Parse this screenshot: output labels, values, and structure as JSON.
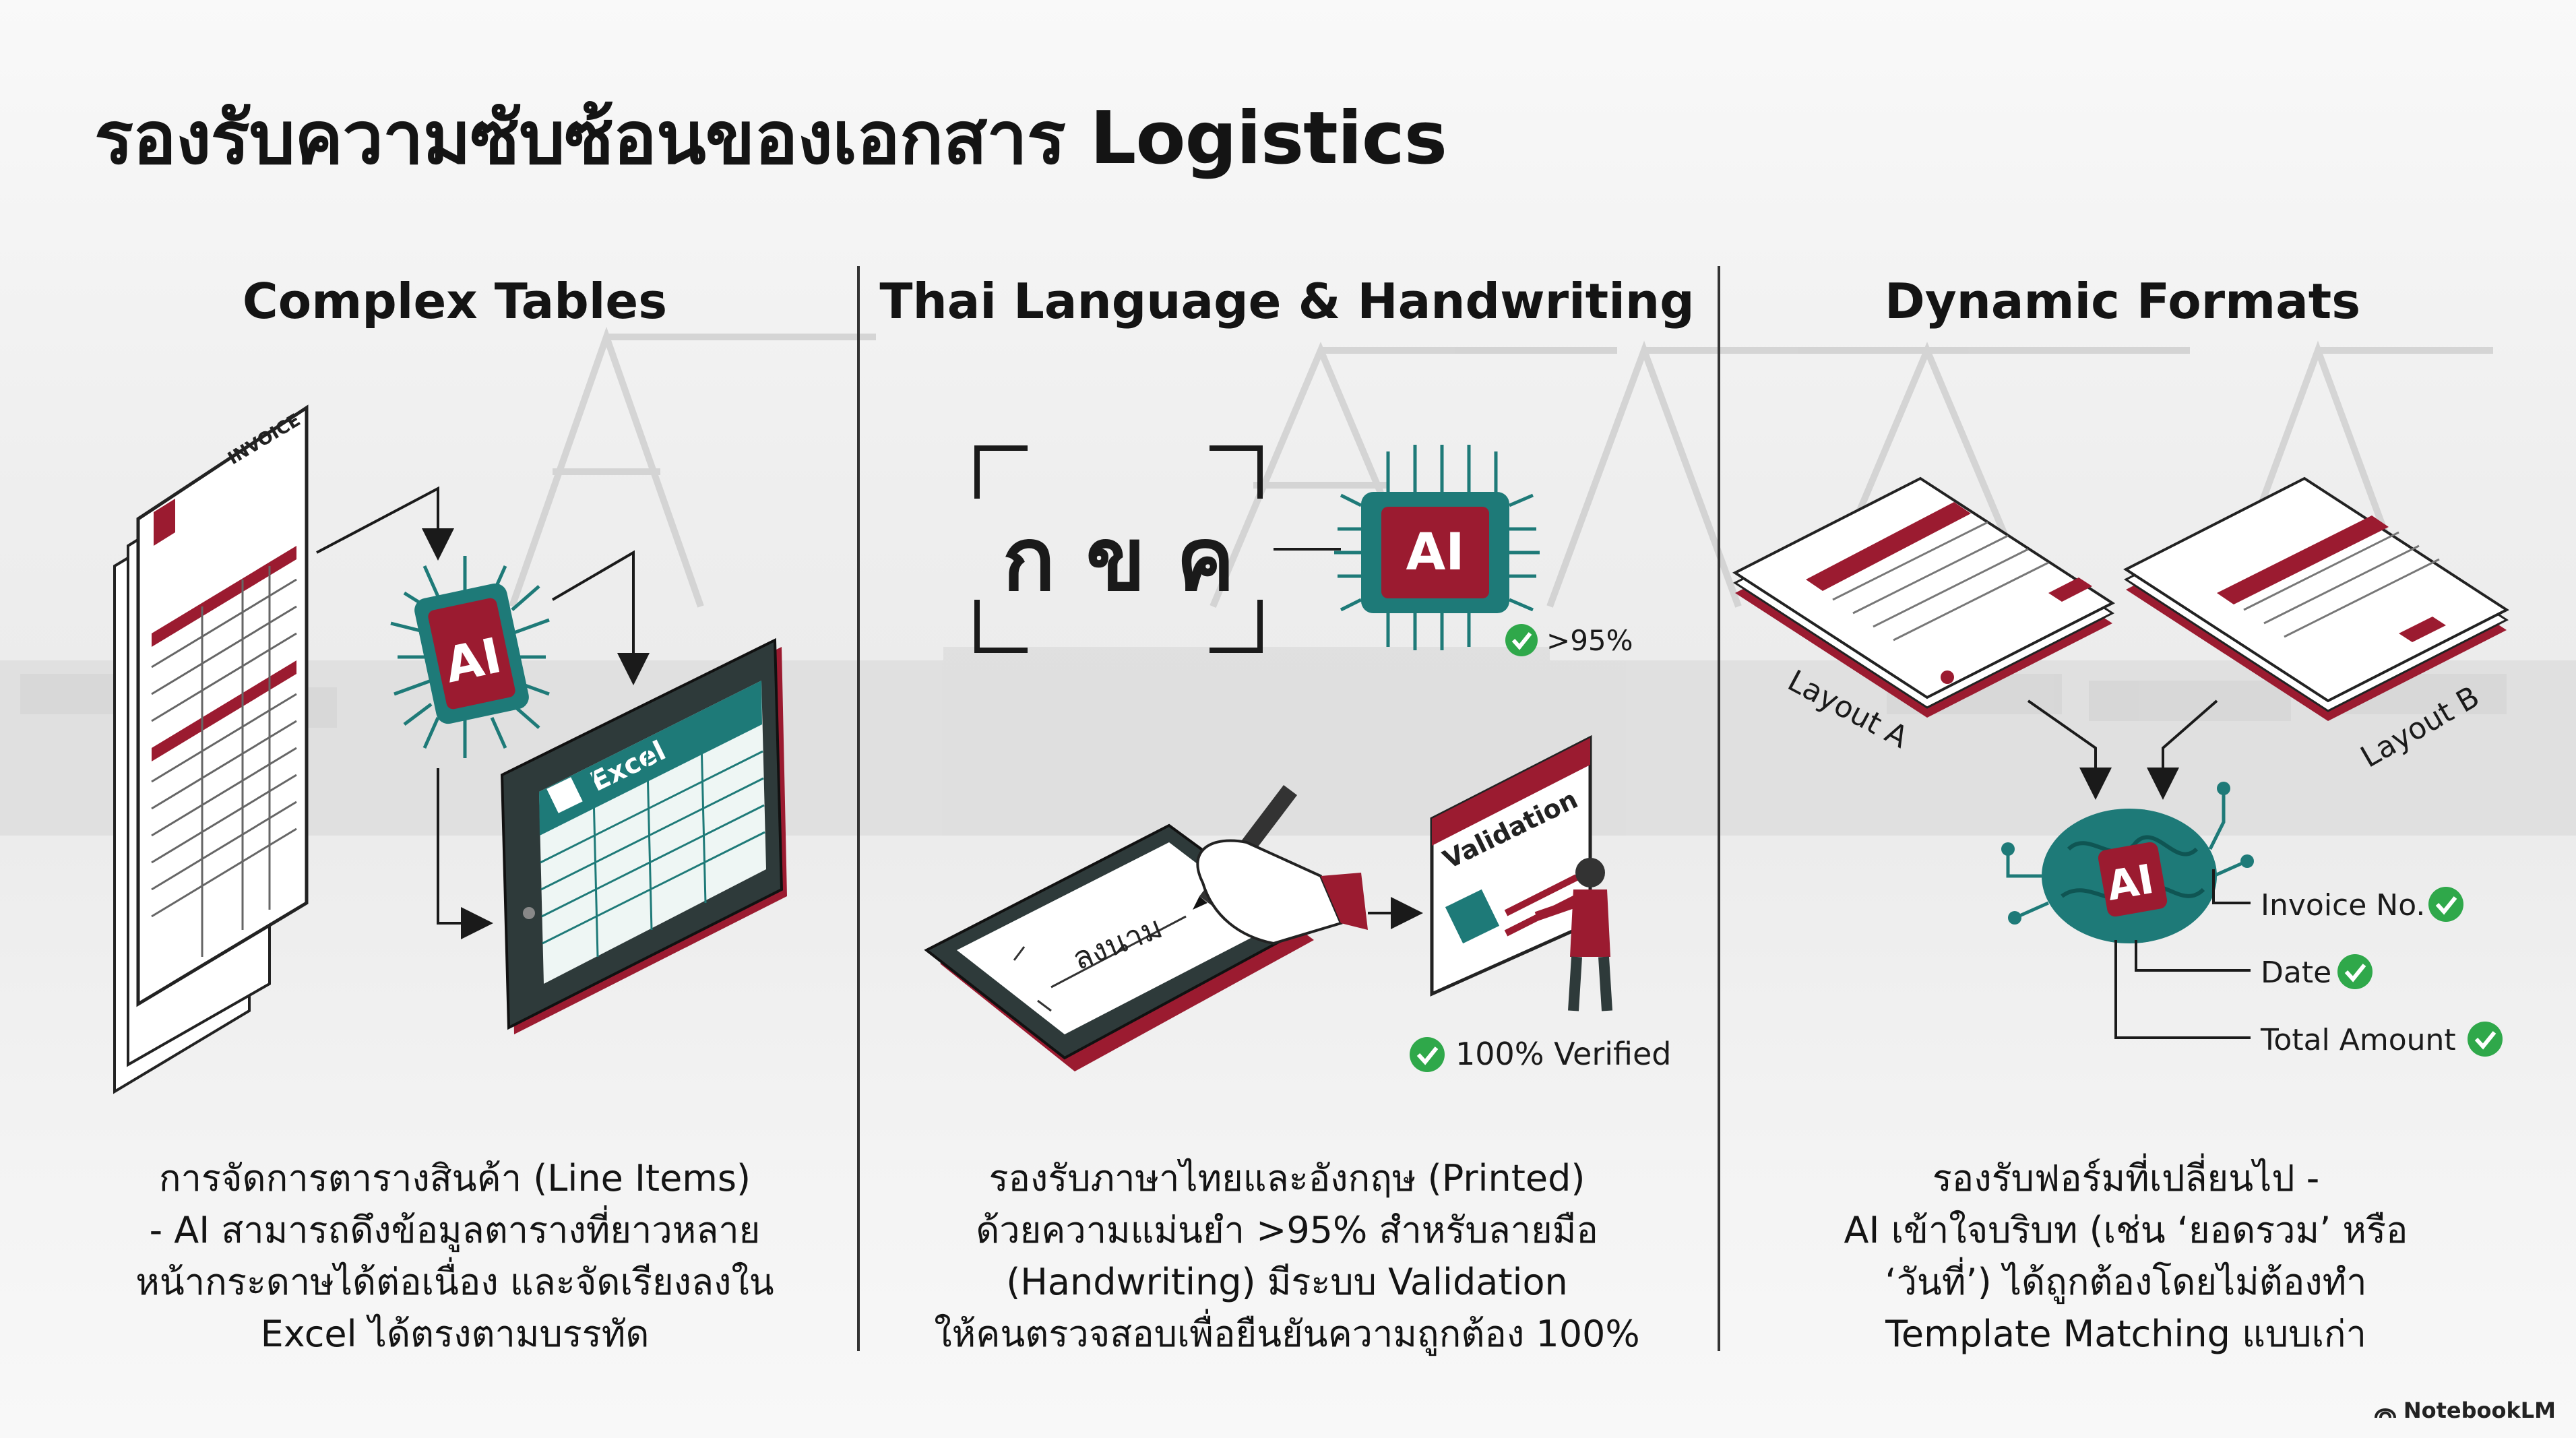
{
  "title": "รองรับความซับซ้อนของเอกสาร Logistics",
  "columns": [
    {
      "heading": "Complex Tables",
      "description": [
        "การจัดการตารางสินค้า (Line Items)",
        "- AI สามารถดึงข้อมูลตารางที่ยาวหลาย",
        "หน้ากระดาษได้ต่อเนื่อง และจัดเรียงลงใน",
        "Excel ได้ตรงตามบรรทัด"
      ],
      "invoice_label": "INVOICE",
      "chip_label": "AI",
      "excel_label": "Excel"
    },
    {
      "heading": "Thai Language & Handwriting",
      "description": [
        "รองรับภาษาไทยและอังกฤษ (Printed)",
        "ด้วยความแม่นยำ >95% สำหรับลายมือ",
        "(Handwriting) มีระบบ Validation",
        "ให้คนตรวจสอบเพื่อยืนยันความถูกต้อง 100%"
      ],
      "thai_chars": "ก ข ค",
      "chip_label": "AI",
      "accuracy_label": ">95%",
      "validation_label": "Validation",
      "verified_label": "100% Verified",
      "handwriting_sample": "ลงนาม"
    },
    {
      "heading": "Dynamic Formats",
      "description": [
        "รองรับฟอร์มที่เปลี่ยนไป -",
        "AI เข้าใจบริบท (เช่น ‘ยอดรวม’ หรือ",
        "‘วันที่’) ได้ถูกต้องโดยไม่ต้องทำ",
        "Template Matching แบบเก่า"
      ],
      "layout_a_label": "Layout A",
      "layout_b_label": "Layout B",
      "chip_label": "AI",
      "fields": [
        "Invoice No.",
        "Date",
        "Total Amount"
      ]
    }
  ],
  "watermark": "NotebookLM",
  "colors": {
    "maroon": "#9b1b30",
    "teal": "#1e7a78",
    "green": "#2fa84a",
    "ink": "#1a1a1a"
  },
  "icons": [
    "ai-chip-icon",
    "brain-icon",
    "check-circle-icon",
    "pen-icon",
    "person-icon",
    "tablet-icon",
    "excel-sheet-icon",
    "notebook-logo-icon"
  ]
}
